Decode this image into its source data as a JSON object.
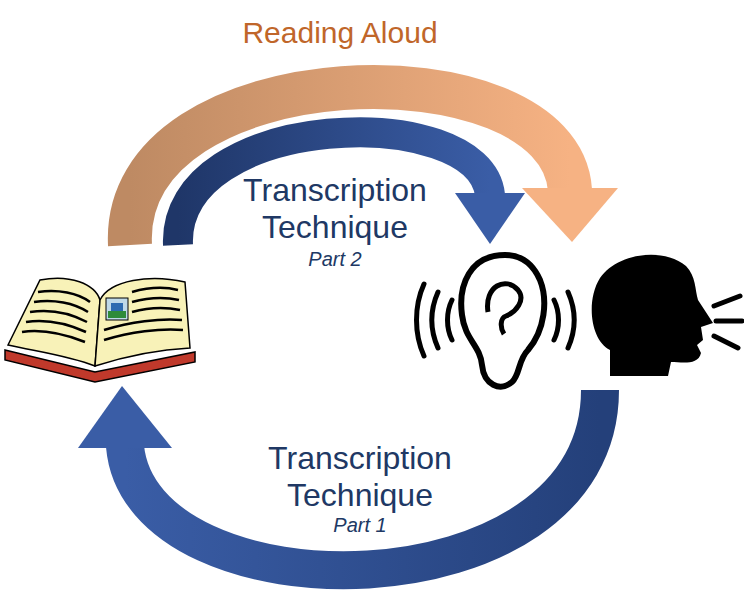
{
  "diagram": {
    "labels": [
      "Reading Aloud",
      "Transcription Technique",
      "Part 2",
      "Transcription Technique",
      "Part 1"
    ]
  }
}
